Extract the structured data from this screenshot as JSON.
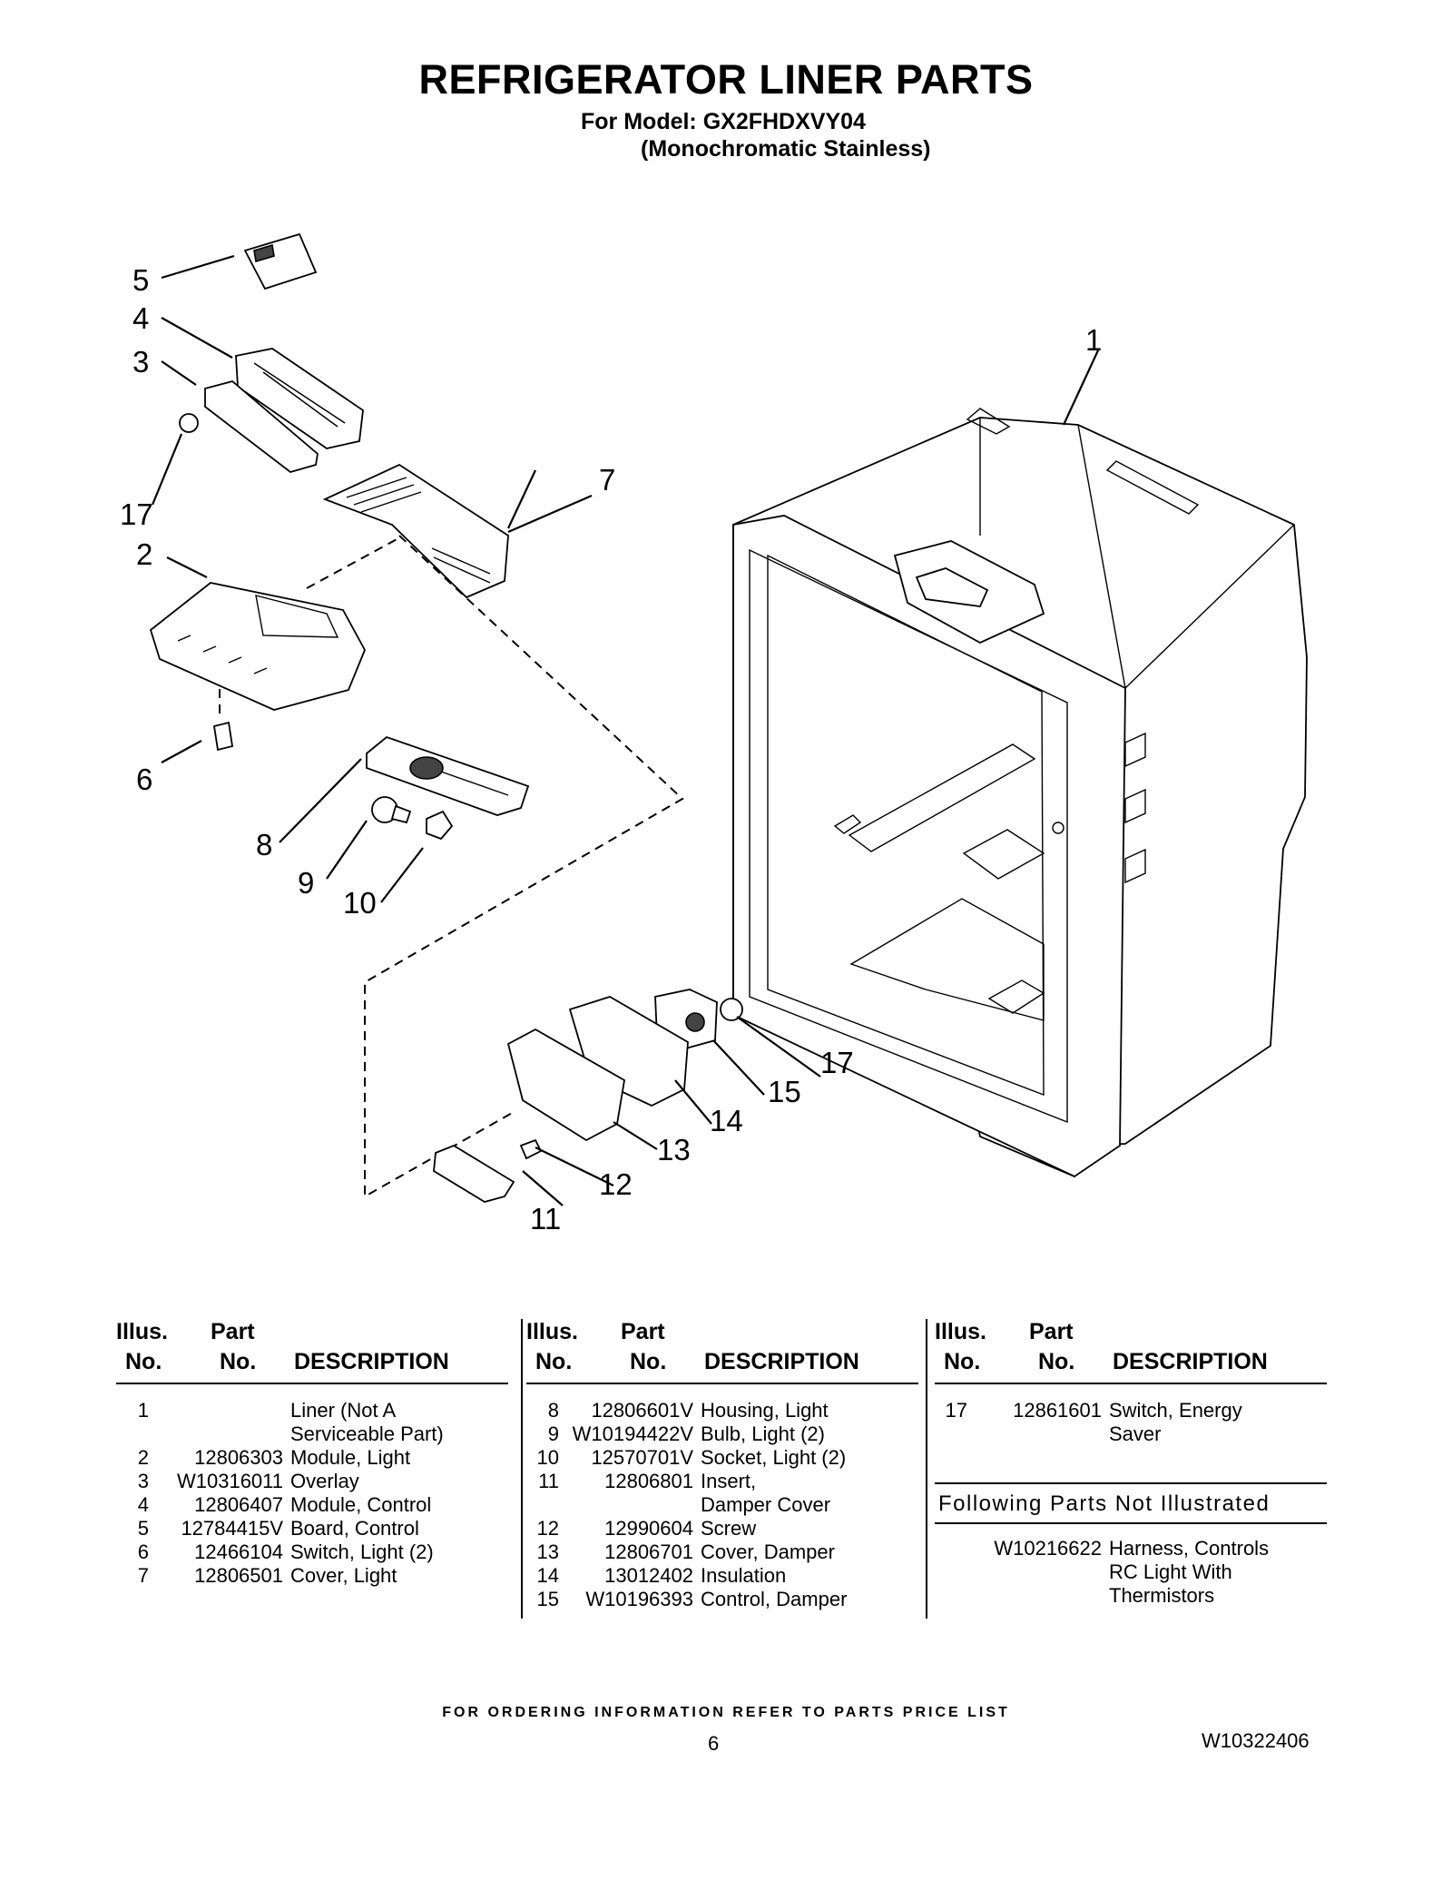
{
  "header": {
    "title": "REFRIGERATOR LINER PARTS",
    "model_line": "For Model: GX2FHDXVY04",
    "variant_line": "(Monochromatic Stainless)"
  },
  "diagram": {
    "callouts": [
      "1",
      "2",
      "3",
      "4",
      "5",
      "6",
      "7",
      "8",
      "9",
      "10",
      "11",
      "12",
      "13",
      "14",
      "15",
      "17",
      "17"
    ]
  },
  "columns_header": {
    "illus_1": "Illus.",
    "illus_2": "No.",
    "part_1": "Part",
    "part_2": "No.",
    "description": "DESCRIPTION"
  },
  "parts_col1": [
    {
      "no": "1",
      "part": "",
      "desc": [
        "Liner (Not A",
        "Serviceable Part)"
      ]
    },
    {
      "no": "2",
      "part": "12806303",
      "desc": [
        "Module, Light"
      ]
    },
    {
      "no": "3",
      "part": "W10316011",
      "desc": [
        "Overlay"
      ]
    },
    {
      "no": "4",
      "part": "12806407",
      "desc": [
        "Module, Control"
      ]
    },
    {
      "no": "5",
      "part": "12784415V",
      "desc": [
        "Board, Control"
      ]
    },
    {
      "no": "6",
      "part": "12466104",
      "desc": [
        "Switch, Light (2)"
      ]
    },
    {
      "no": "7",
      "part": "12806501",
      "desc": [
        "Cover, Light"
      ]
    }
  ],
  "parts_col2": [
    {
      "no": "8",
      "part": "12806601V",
      "desc": [
        "Housing, Light"
      ]
    },
    {
      "no": "9",
      "part": "W10194422V",
      "desc": [
        "Bulb, Light (2)"
      ]
    },
    {
      "no": "10",
      "part": "12570701V",
      "desc": [
        "Socket, Light (2)"
      ]
    },
    {
      "no": "11",
      "part": "12806801",
      "desc": [
        "Insert,",
        "Damper Cover"
      ]
    },
    {
      "no": "12",
      "part": "12990604",
      "desc": [
        "Screw"
      ]
    },
    {
      "no": "13",
      "part": "12806701",
      "desc": [
        "Cover, Damper"
      ]
    },
    {
      "no": "14",
      "part": "13012402",
      "desc": [
        "Insulation"
      ]
    },
    {
      "no": "15",
      "part": "W10196393",
      "desc": [
        "Control, Damper"
      ]
    }
  ],
  "parts_col3": [
    {
      "no": "17",
      "part": "12861601",
      "desc": [
        "Switch, Energy",
        "Saver"
      ]
    }
  ],
  "not_illustrated": {
    "heading": "Following Parts Not Illustrated",
    "items": [
      {
        "part": "W10216622",
        "desc": [
          "Harness, Controls",
          "RC Light With",
          "Thermistors"
        ]
      }
    ]
  },
  "footer": {
    "note": "FOR ORDERING INFORMATION REFER TO PARTS PRICE LIST",
    "page": "6",
    "doc_number": "W10322406"
  }
}
